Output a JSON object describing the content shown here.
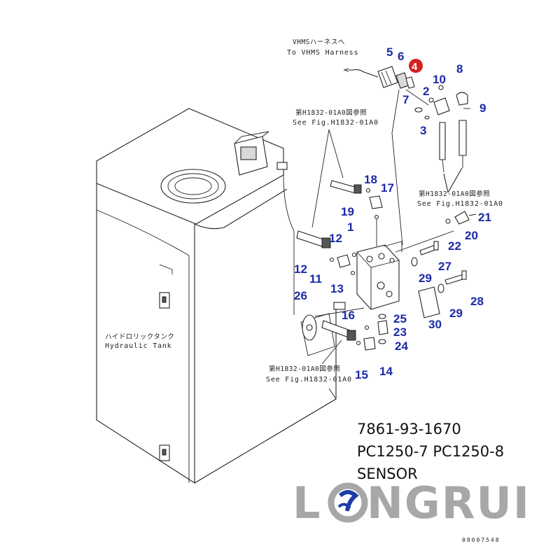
{
  "labels": {
    "vhms_jp": "VHMSハーネスへ",
    "vhms_en": "To VHMS Harness",
    "see_jp": "第H1832-01A0図参照",
    "see_en": "See Fig.H1832-01A0",
    "tank_jp": "ハイドロリックタンク",
    "tank_en": "Hydraulic Tank"
  },
  "callouts": {
    "c1": "1",
    "c2": "2",
    "c3": "3",
    "c4": "4",
    "c5": "5",
    "c6": "6",
    "c7": "7",
    "c8": "8",
    "c9": "9",
    "c10": "10",
    "c11": "11",
    "c12a": "12",
    "c12b": "12",
    "c13": "13",
    "c14": "14",
    "c15": "15",
    "c16": "16",
    "c17": "17",
    "c18": "18",
    "c19": "19",
    "c20": "20",
    "c21": "21",
    "c22": "22",
    "c23": "23",
    "c24": "24",
    "c25": "25",
    "c26": "26",
    "c27": "27",
    "c28": "28",
    "c29a": "29",
    "c29b": "29",
    "c30": "30"
  },
  "highlight_color": "#d42020",
  "callout_color": "#1b2aa6",
  "product": {
    "part_number": "7861-93-1670",
    "models": "PC1250-7 PC1250-8",
    "name": "SENSOR"
  },
  "logo": {
    "left": "L",
    "right": "NGRUI"
  },
  "doc_number": "00007548"
}
